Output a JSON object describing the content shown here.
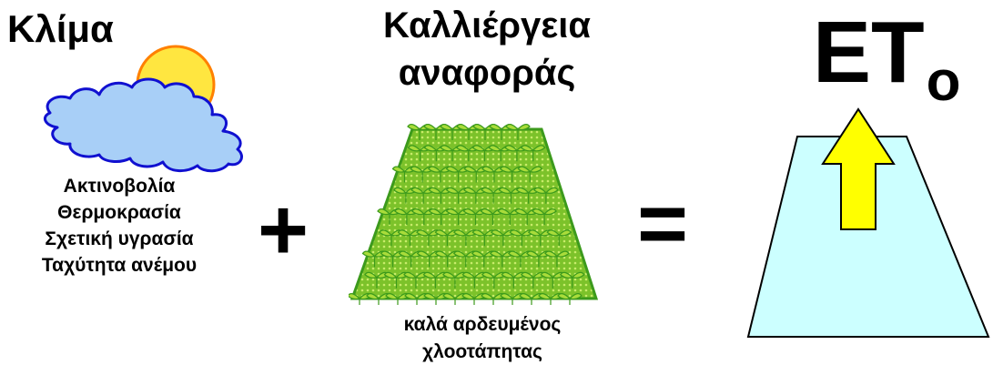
{
  "climate": {
    "title": "Κλίμα",
    "factors": [
      "Ακτινοβολία",
      "Θερμοκρασία",
      "Σχετική υγρασία",
      "Ταχύτητα ανέμου"
    ],
    "icons": [
      "sun-icon",
      "cloud-icon"
    ]
  },
  "operators": {
    "plus": "+",
    "equals": "="
  },
  "crop": {
    "title_line1": "Καλλιέργεια",
    "title_line2": "αναφοράς",
    "caption_line1": "καλά αρδευμένος",
    "caption_line2": "χλοοτάπητας",
    "icon": "grass-field-icon"
  },
  "result": {
    "label_main": "ET",
    "label_sub": "o",
    "icons": [
      "surface-trapezoid-icon",
      "upward-arrow-icon"
    ]
  },
  "colors": {
    "cloud_fill": "#a8cff7",
    "cloud_stroke": "#1010d0",
    "sun_fill": "#ffe640",
    "sun_stroke": "#ff8000",
    "grass_dark": "#3c9a1c",
    "grass_light": "#a9dc3a",
    "surface_fill": "#ccffff",
    "arrow_fill": "#ffff00"
  }
}
